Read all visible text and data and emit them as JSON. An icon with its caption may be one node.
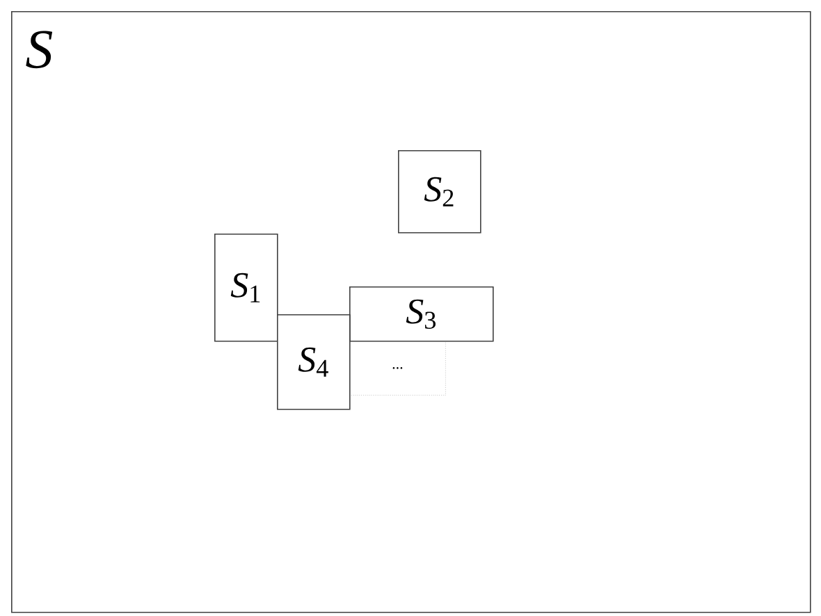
{
  "diagram": {
    "nodes": [
      {
        "text": [
          "*S*"
        ]
      },
      {
        "text": [
          "*S*$_{1}$"
        ],
        "in": 0
      },
      {
        "text": [
          "*S*$_{2}$"
        ],
        "in": 0
      },
      {
        "text": [
          "*S*$_{3}$"
        ],
        "in": 0
      },
      {
        "text": [
          "*S*$_{4}$"
        ],
        "in": 0
      },
      {
        "text": [
          "..."
        ],
        "in": 0
      }
    ]
  }
}
